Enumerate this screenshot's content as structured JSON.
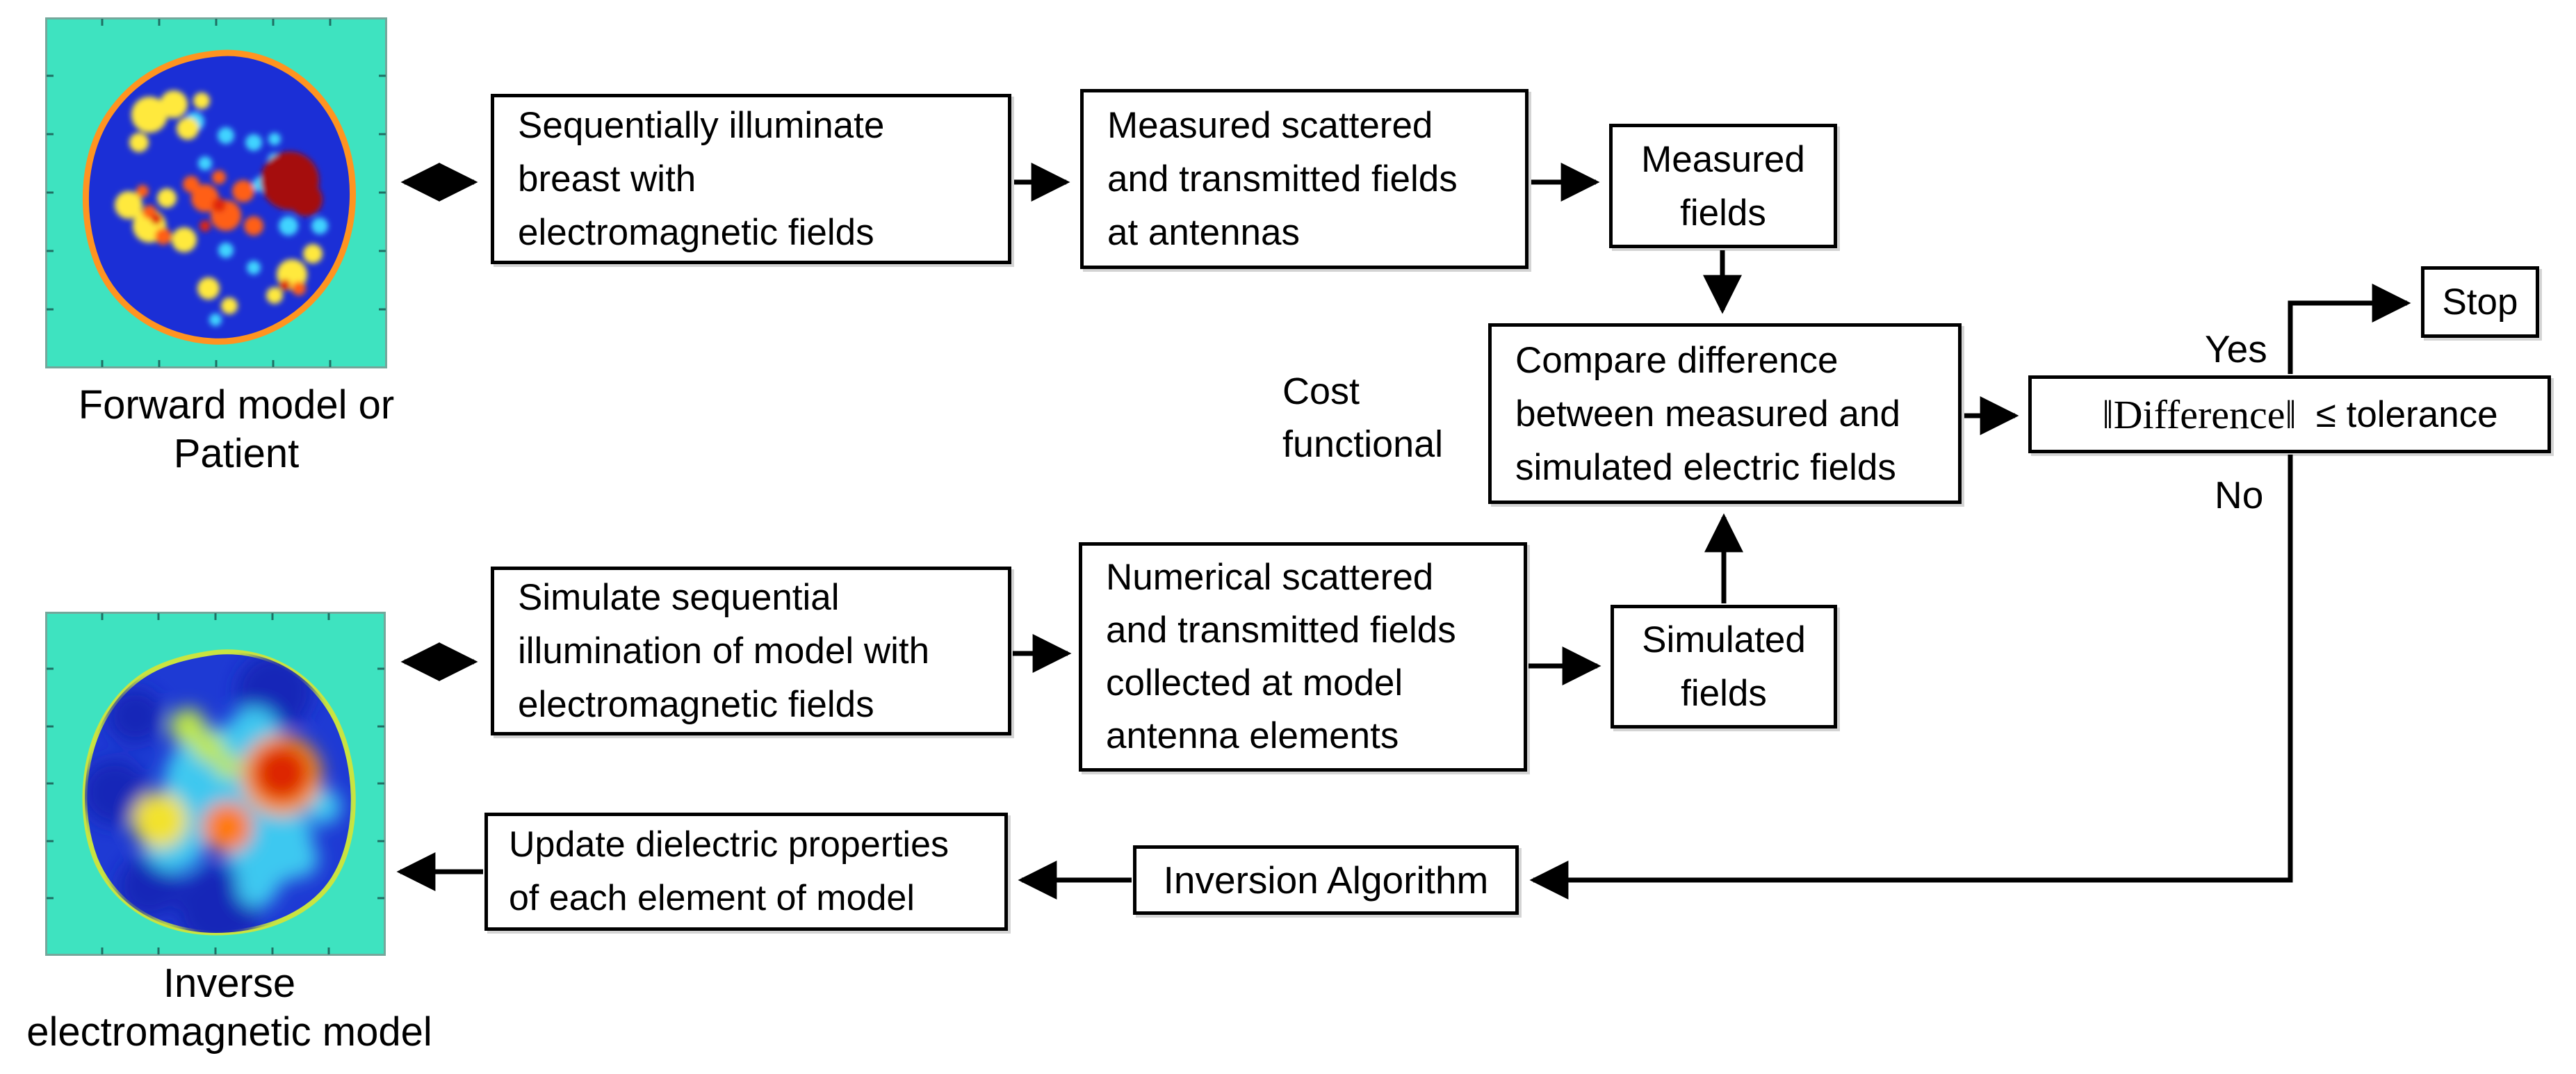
{
  "colors": {
    "background": "#ffffff",
    "box_border": "#000000",
    "text": "#000000",
    "teal_bg": "#3ee3c0",
    "forward_blob": "#1b2fd6",
    "forward_rim": "#ff9420",
    "inverse_blob": "#1e3ad4",
    "inverse_rim": "#c9e440",
    "tumor_red": "#a50f0f"
  },
  "images": {
    "forward": {
      "caption_line1": "Forward model or",
      "caption_line2": "Patient"
    },
    "inverse": {
      "caption_line1": "Inverse",
      "caption_line2": "electromagnetic model"
    }
  },
  "boxes": {
    "illuminate": {
      "line1": "Sequentially illuminate",
      "line2": "breast with",
      "line3": "electromagnetic fields"
    },
    "measured_scattered": {
      "line1": "Measured scattered",
      "line2": "and transmitted fields",
      "line3": "at antennas"
    },
    "measured_fields": {
      "line1": "Measured",
      "line2": "fields"
    },
    "compare": {
      "line1": "Compare difference",
      "line2": "between measured and",
      "line3": "simulated electric fields"
    },
    "tolerance": {
      "norm_text": "‖Difference‖",
      "condition_text": "≤ tolerance"
    },
    "stop": {
      "label": "Stop"
    },
    "simulate": {
      "line1": "Simulate sequential",
      "line2": "illumination of model with",
      "line3": "electromagnetic fields"
    },
    "numerical": {
      "line1": "Numerical scattered",
      "line2": "and transmitted fields",
      "line3": "collected at model",
      "line4": "antenna elements"
    },
    "simulated_fields": {
      "line1": "Simulated",
      "line2": "fields"
    },
    "inversion": {
      "label": "Inversion Algorithm"
    },
    "update": {
      "line1": "Update dielectric properties",
      "line2": "of each element of model"
    }
  },
  "labels": {
    "cost_line1": "Cost",
    "cost_line2": "functional",
    "yes": "Yes",
    "no": "No"
  }
}
